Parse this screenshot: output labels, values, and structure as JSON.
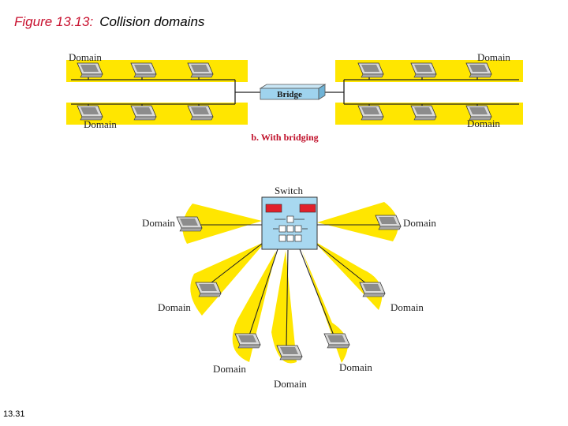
{
  "title": {
    "figure_label": "Figure 13.13:",
    "caption": "Collision domains"
  },
  "top_diagram": {
    "domain_label": "Domain",
    "bridge_label": "Bridge",
    "subcaption": "b. With bridging"
  },
  "bottom_diagram": {
    "switch_label": "Switch",
    "domain_label": "Domain"
  },
  "slide_number": "13.31",
  "colors": {
    "figure_label": "#c8102e",
    "domain_fill": "#ffe600",
    "switch_fill": "#a8d8f0",
    "bridge_fill": "#9fd3ee",
    "switch_lights": "#e0202a",
    "subcaption": "#c0102a"
  }
}
